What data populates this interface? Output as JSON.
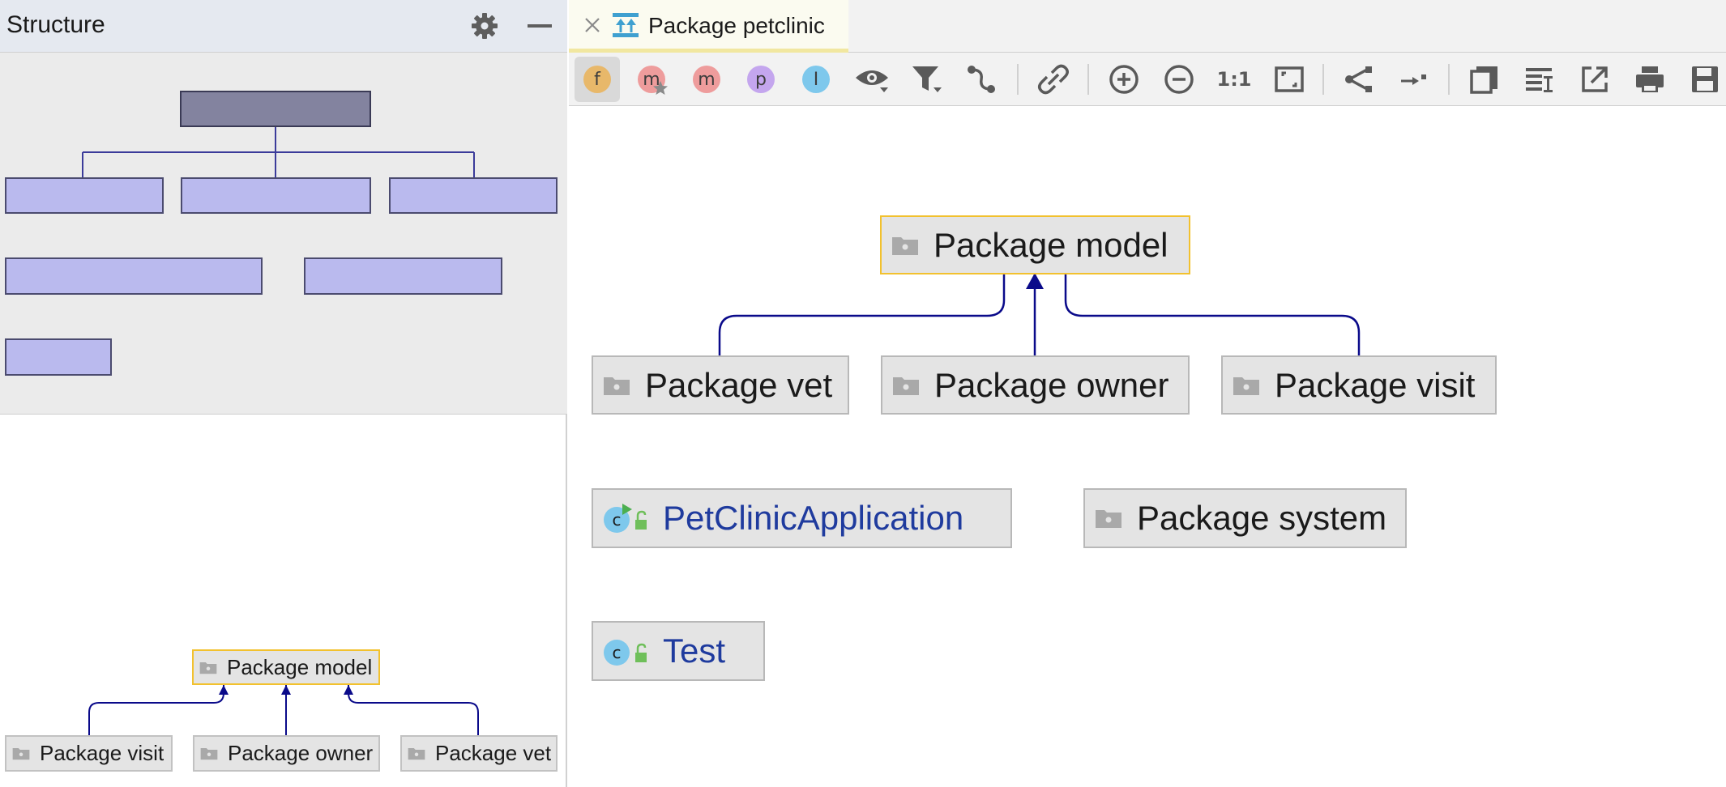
{
  "structure": {
    "title": "Structure"
  },
  "tab": {
    "label": "Package petclinic"
  },
  "toolbar": {
    "buttons": [
      {
        "name": "fields",
        "glyph": "f",
        "color": "#e8b86a"
      },
      {
        "name": "constructors",
        "glyph": "m",
        "color": "#ee9c9c"
      },
      {
        "name": "methods",
        "glyph": "m",
        "color": "#ee9c9c"
      },
      {
        "name": "properties",
        "glyph": "p",
        "color": "#c4a6ee"
      },
      {
        "name": "inner-classes",
        "glyph": "I",
        "color": "#7ec8ec"
      }
    ],
    "actual_size_label": "1:1"
  },
  "diagram": {
    "nodes": {
      "model": "Package model",
      "vet": "Package vet",
      "owner": "Package owner",
      "visit": "Package visit",
      "petclinic_app": "PetClinicApplication",
      "system": "Package system",
      "test": "Test"
    }
  },
  "minimap": {
    "nodes": {
      "model": "Package model",
      "visit": "Package visit",
      "owner": "Package owner",
      "vet": "Package vet"
    }
  },
  "colors": {
    "selected_border": "#f2c12e",
    "edge": "#0a0a8a",
    "class_text": "#1f3b9e",
    "class_icon": "#7ec8ec",
    "lock_icon": "#6fbf5a"
  }
}
